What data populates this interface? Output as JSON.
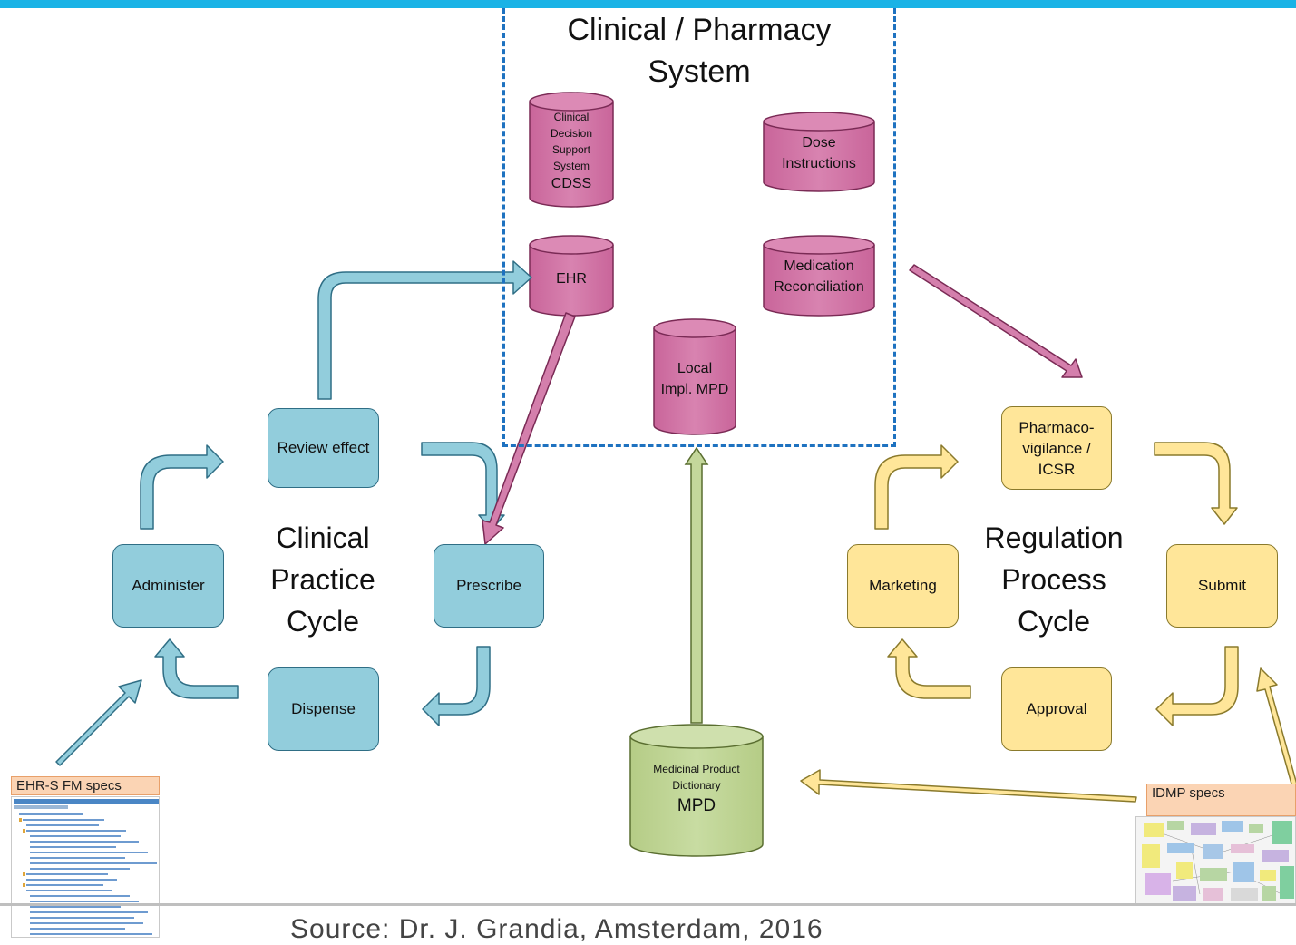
{
  "system_box": {
    "title_line1": "Clinical / Pharmacy",
    "title_line2": "System"
  },
  "databases": {
    "cdss": {
      "lines": [
        "Clinical",
        "Decision",
        "Support",
        "System"
      ],
      "abbr": "CDSS"
    },
    "dose": {
      "lines": [
        "Dose",
        "Instructions"
      ]
    },
    "ehr": {
      "label": "EHR"
    },
    "medrec": {
      "lines": [
        "Medication",
        "Reconciliation"
      ]
    },
    "local_mpd": {
      "lines": [
        "Local",
        "Impl. MPD"
      ]
    },
    "mpd": {
      "lines": [
        "Medicinal Product",
        "Dictionary"
      ],
      "abbr": "MPD"
    }
  },
  "clinical_cycle": {
    "label_lines": [
      "Clinical",
      "Practice",
      "Cycle"
    ],
    "review": "Review effect",
    "prescribe": "Prescribe",
    "dispense": "Dispense",
    "administer": "Administer"
  },
  "regulation_cycle": {
    "label_lines": [
      "Regulation",
      "Process",
      "Cycle"
    ],
    "pharmaco_lines": [
      "Pharmaco-",
      "vigilance /",
      "ICSR"
    ],
    "submit": "Submit",
    "approval": "Approval",
    "marketing": "Marketing"
  },
  "specs": {
    "ehr": "EHR-S FM specs",
    "idmp": "IDMP specs"
  },
  "footer": {
    "source": "Source: Dr. J. Grandia, Amsterdam, 2016"
  },
  "colors": {
    "blue": "#92cddc",
    "pink": "#d47fac",
    "yellow": "#ffe699",
    "green": "#c4d79b",
    "dashed": "#1e72c0",
    "topbar": "#1ab3e6"
  }
}
